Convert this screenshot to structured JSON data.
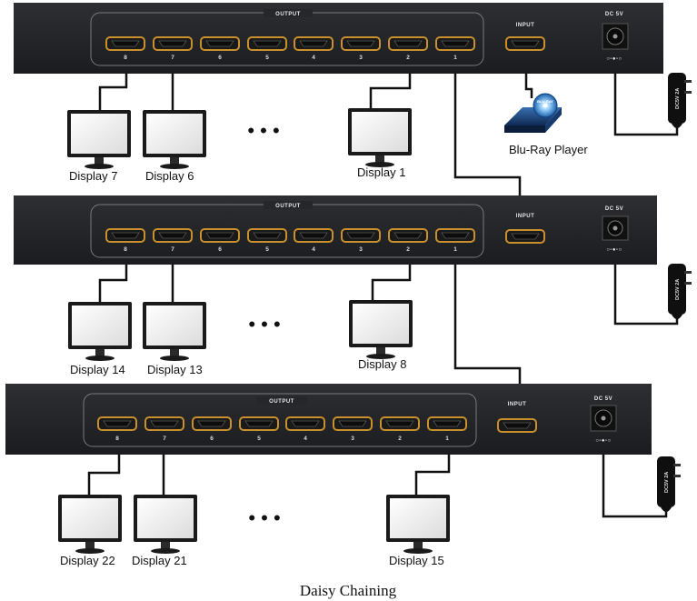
{
  "caption": "Daisy Chaining",
  "splitters": [
    {
      "output_label": "OUTPUT",
      "input_label": "INPUT",
      "power_label": "DC 5V",
      "port_numbers": [
        "8",
        "7",
        "6",
        "5",
        "4",
        "3",
        "2",
        "1"
      ],
      "adapter_text": "DC5V 2A"
    },
    {
      "output_label": "OUTPUT",
      "input_label": "INPUT",
      "power_label": "DC 5V",
      "port_numbers": [
        "8",
        "7",
        "6",
        "5",
        "4",
        "3",
        "2",
        "1"
      ],
      "adapter_text": "DC5V 2A"
    },
    {
      "output_label": "OUTPUT",
      "input_label": "INPUT",
      "power_label": "DC 5V",
      "port_numbers": [
        "8",
        "7",
        "6",
        "5",
        "4",
        "3",
        "2",
        "1"
      ],
      "adapter_text": "DC5V 2A"
    }
  ],
  "displays": {
    "row1": [
      "Display 7",
      "Display 6",
      "Display 1"
    ],
    "row2": [
      "Display 14",
      "Display 13",
      "Display 8"
    ],
    "row3": [
      "Display 22",
      "Display 21",
      "Display 15"
    ]
  },
  "source": {
    "label": "Blu-Ray Player",
    "disc_text": "BLU-RAY"
  },
  "ellipsis": "• • •",
  "colors": {
    "panel": "#222326",
    "port_outline": "#c8902e",
    "cable": "#111111",
    "panel_border": "#7a7a7a"
  }
}
